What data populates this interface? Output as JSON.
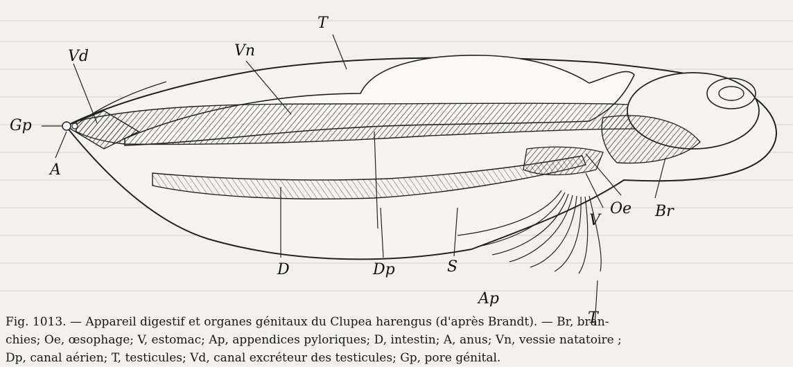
{
  "labels": {
    "T": "T",
    "Vn": "Vn",
    "Vd": "Vd",
    "Gp": "Gp",
    "A": "A",
    "Br": "Br",
    "Oe": "Oe",
    "V": "V",
    "D": "D",
    "Dp": "Dp",
    "S": "S",
    "Ap": "Ap",
    "T2": "T"
  },
  "caption": {
    "line1": "Fig. 1013. — Appareil digestif et organes génitaux du Clupea harengus (d'après Brandt). — Br, bran-",
    "line2": "chies; Oe, œsophage; V, estomac; Ap, appendices pyloriques; D, intestin; A, anus; Vn, vessie natatoire ;",
    "line3": "Dp, canal aérien; T, testicules; Vd, canal excréteur des testicules; Gp, pore génital."
  }
}
